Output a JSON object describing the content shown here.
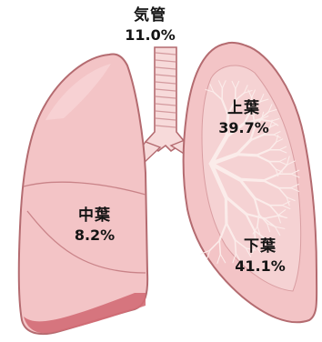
{
  "colors": {
    "lung_fill": "#f3c4c6",
    "lung_dark": "#e9a4a8",
    "outline": "#b46b70",
    "airway_fill": "#f7dada",
    "bronchiole": "#fbecea",
    "lower_lobe_band": "#d36d76"
  },
  "labels": {
    "trachea": {
      "name": "気管",
      "percent": "11.0%"
    },
    "upper": {
      "name": "上葉",
      "percent": "39.7%"
    },
    "middle": {
      "name": "中葉",
      "percent": "8.2%"
    },
    "lower": {
      "name": "下葉",
      "percent": "41.1%"
    }
  }
}
